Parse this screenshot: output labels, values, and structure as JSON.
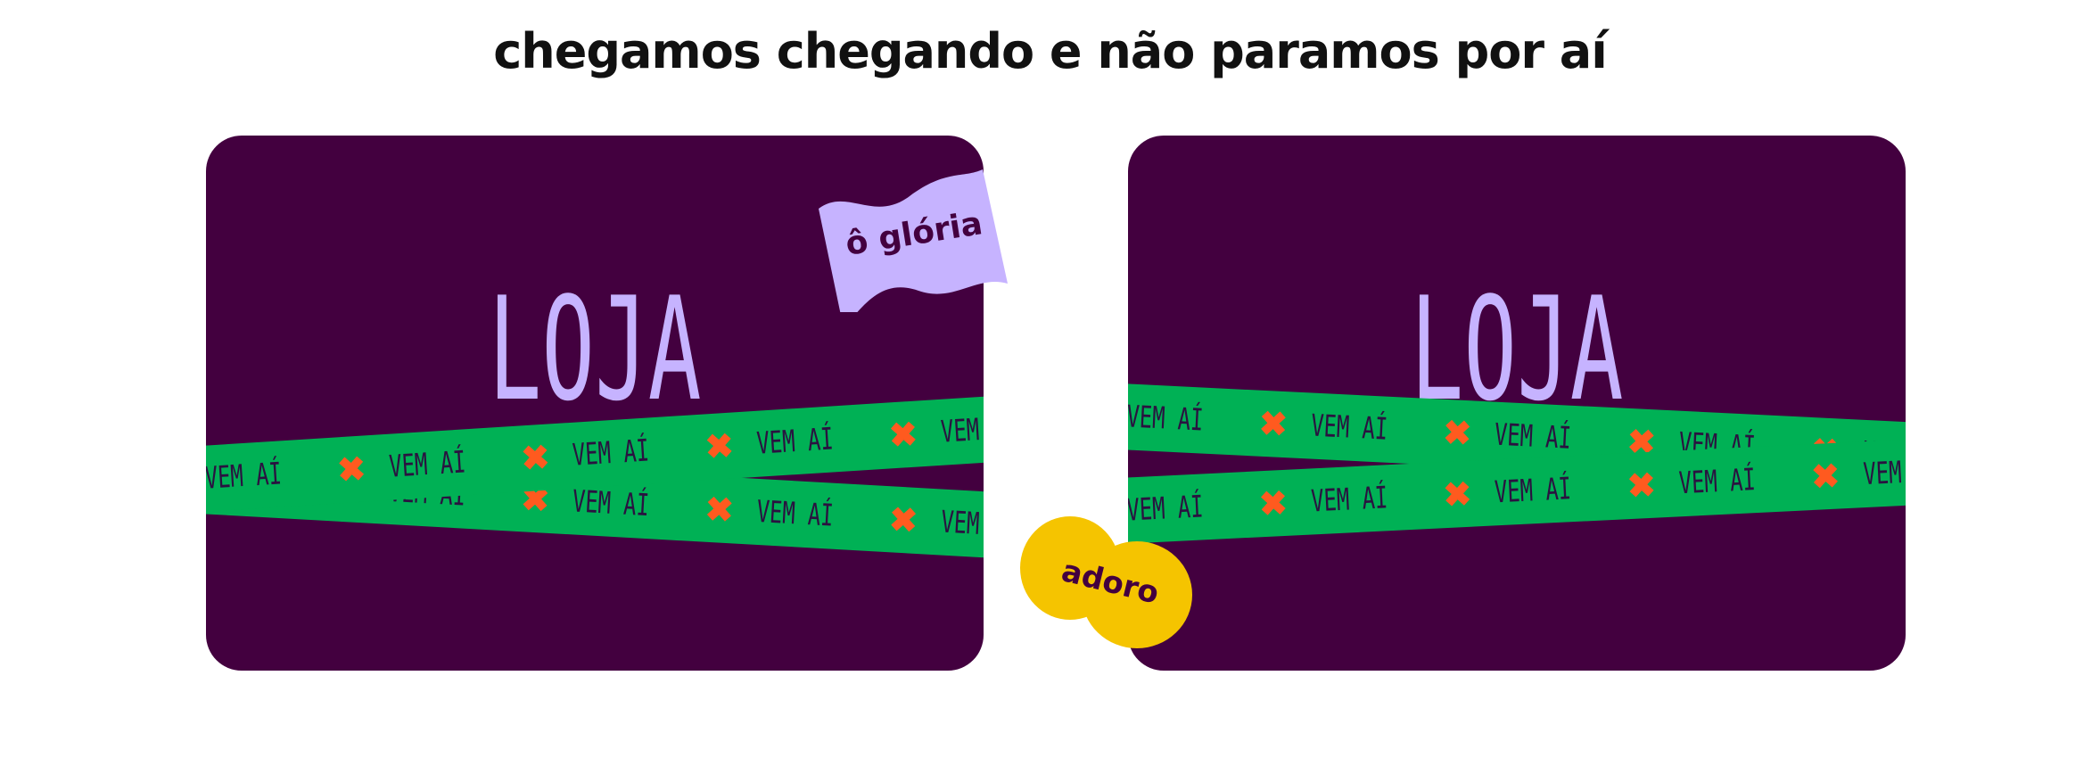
{
  "headline": "chegamos chegando e não paramos por aí",
  "colors": {
    "card_bg": "#43003f",
    "title_color": "#c6b3ff",
    "tape_green": "#00b155",
    "tape_mark_orange": "#ff5a1f",
    "flag_lilac": "#c6b3ff",
    "blob_yellow": "#f5c400"
  },
  "cards": [
    {
      "title_line_1": "LOJA"
    },
    {
      "title_line_1": "LOJA"
    }
  ],
  "tape": {
    "label": "VEM AÍ",
    "mark_icon": "x-mark-icon"
  },
  "stickers": {
    "flag": {
      "label": "ô glória",
      "icon": "flag-icon"
    },
    "blob": {
      "label": "adoro",
      "icon": "blob-icon"
    }
  }
}
